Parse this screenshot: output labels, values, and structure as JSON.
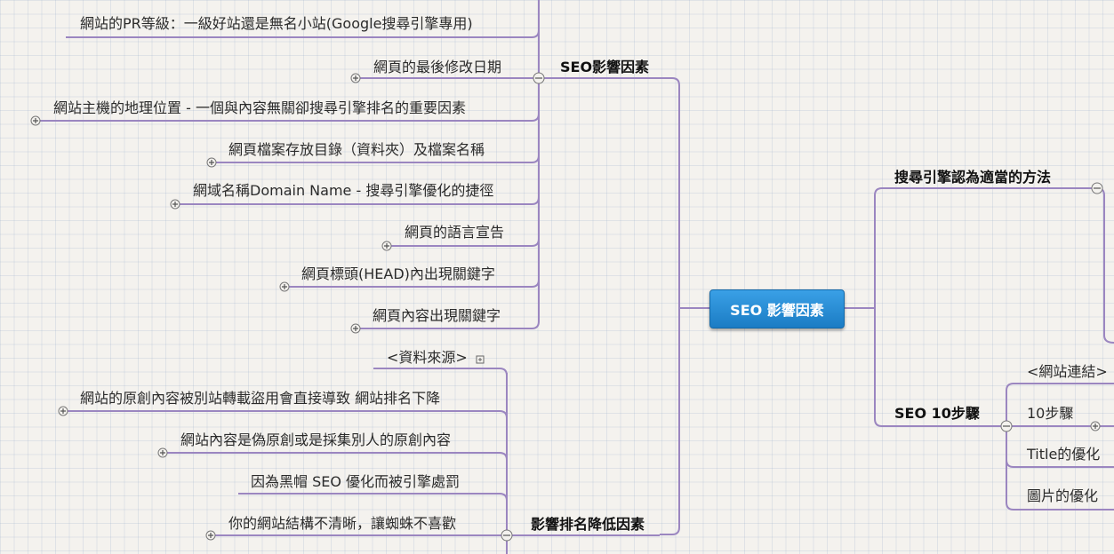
{
  "center": "SEO 影響因素",
  "left_top_branch": {
    "title": "SEO影響因素",
    "items": [
      "網站的PR等級：一級好站還是無名小站(Google搜尋引擎專用)",
      "網頁的最後修改日期",
      "網站主機的地理位置 - 一個與內容無關卻搜尋引擎排名的重要因素",
      "網頁檔案存放目錄（資料夾）及檔案名稱",
      "網域名稱Domain Name - 搜尋引擎優化的捷徑",
      "網頁的語言宣告",
      "網頁標頭(HEAD)內出現關鍵字",
      "網頁內容出現關鍵字"
    ]
  },
  "left_bottom_branch": {
    "title": "影響排名降低因素",
    "items": [
      "<資料來源>",
      "網站的原創內容被別站轉載盜用會直接導致 網站排名下降",
      "網站內容是偽原創或是採集別人的原創內容",
      "因為黑帽 SEO 優化而被引擎處罰",
      "你的網站結構不清晰，讓蜘蛛不喜歡"
    ]
  },
  "right_top_branch": {
    "title": "搜尋引擎認為適當的方法"
  },
  "right_bottom_branch": {
    "title": "SEO 10步驟",
    "items": [
      "<網站連結>",
      "10步驟",
      "Title的優化",
      "圖片的優化"
    ]
  },
  "colors": {
    "line": "#9b86c0",
    "center_node": "#1b7cc4"
  }
}
